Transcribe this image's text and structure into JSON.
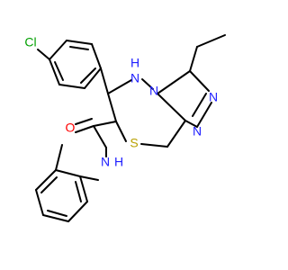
{
  "molecule": {
    "atoms": {
      "cl": {
        "label": "Cl",
        "color": "#00a000"
      },
      "o": {
        "label": "O",
        "color": "#ff0000"
      },
      "s": {
        "label": "S",
        "color": "#b8a000"
      },
      "nh_ring": {
        "label": "H",
        "n_label": "N",
        "color": "#2020ff"
      },
      "n_bridge": {
        "label": "N",
        "color": "#2020ff"
      },
      "n_triazole_1": {
        "label": "N",
        "color": "#2020ff"
      },
      "n_triazole_2": {
        "label": "N",
        "color": "#2020ff"
      },
      "nh_amide": {
        "label": "N",
        "h_label": "H",
        "color": "#2020ff"
      }
    }
  }
}
